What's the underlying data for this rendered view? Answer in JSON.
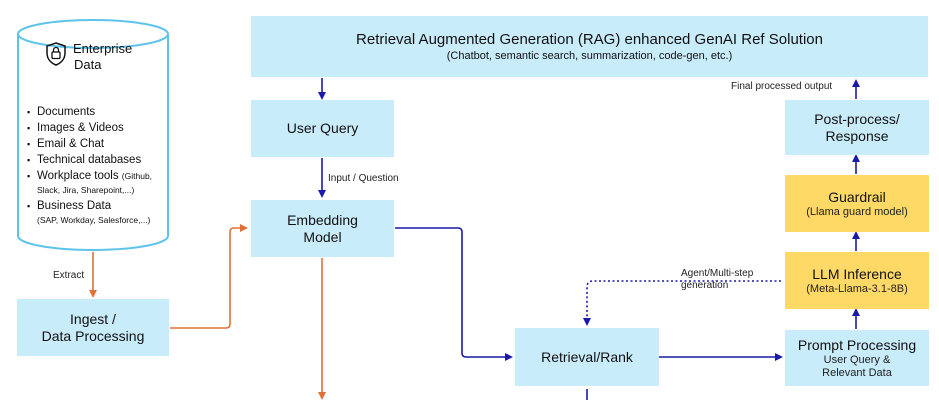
{
  "header": {
    "title": "Retrieval Augmented Generation (RAG) enhanced GenAI Ref Solution",
    "subtitle": "(Chatbot, semantic search, summarization, code-gen, etc.)"
  },
  "enterprise_data": {
    "title_line1": "Enterprise",
    "title_line2": "Data",
    "icon": "lock-shield-icon",
    "items": [
      {
        "main": "Documents",
        "sub": ""
      },
      {
        "main": "Images & Videos",
        "sub": ""
      },
      {
        "main": "Email & Chat",
        "sub": ""
      },
      {
        "main": "Technical databases",
        "sub": ""
      },
      {
        "main": "Workplace tools ",
        "sub": "(Github, Slack, Jira, Sharepoint,...)"
      },
      {
        "main": "Business Data",
        "sub": "(SAP, Workday, Salesforce,...)"
      }
    ]
  },
  "nodes": {
    "user_query": "User Query",
    "embedding_line1": "Embedding",
    "embedding_line2": "Model",
    "ingest_line1": "Ingest /",
    "ingest_line2": "Data Processing",
    "retrieval": "Retrieval/Rank",
    "prompt_title": "Prompt Processing",
    "prompt_sub1": "User Query &",
    "prompt_sub2": "Relevant Data",
    "llm_title": "LLM Inference",
    "llm_sub": "(Meta-Llama-3.1-8B)",
    "guard_title": "Guardrail",
    "guard_sub": "(Llama guard model)",
    "post_line1": "Post-process/",
    "post_line2": "Response"
  },
  "edge_labels": {
    "extract": "Extract",
    "input_question": "Input / Question",
    "final_output": "Final processed output",
    "agent_line1": "Agent/Multi-step",
    "agent_line2": "generation"
  },
  "colors": {
    "box_blue": "#c9ecfa",
    "box_yellow": "#ffd966",
    "arrow_blue": "#1a1aa8",
    "arrow_orange": "#e0703a"
  }
}
